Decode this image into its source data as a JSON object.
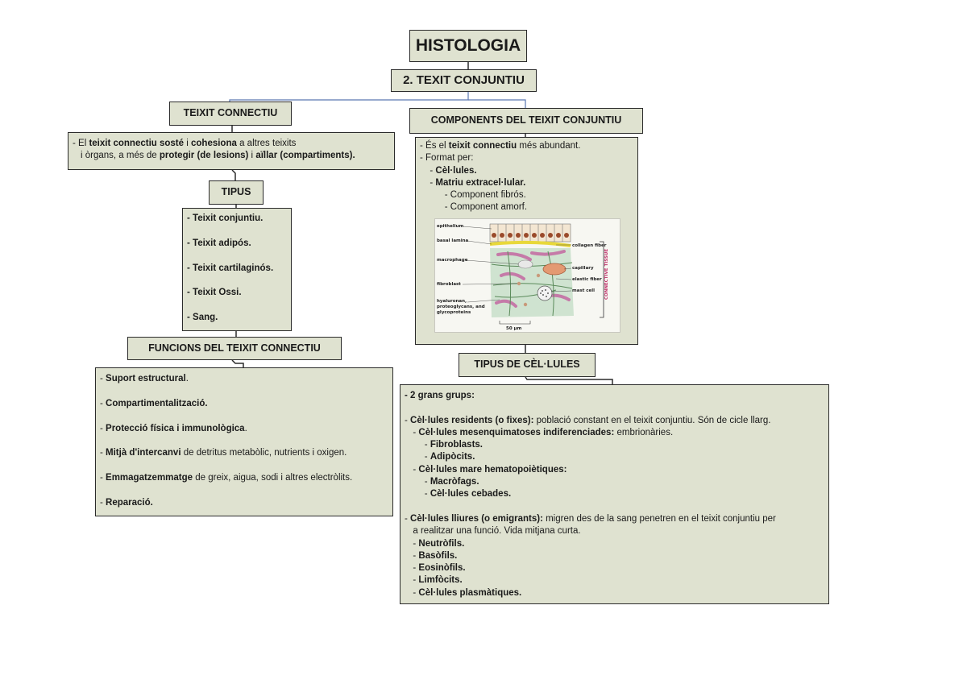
{
  "title": "HISTOLOGIA",
  "subtitle": "2. TEXIT CONJUNTIU",
  "teixit_connectiu": {
    "header": "TEIXIT CONNECTIU",
    "desc_line1": [
      {
        "t": "- El ",
        "b": false
      },
      {
        "t": "teixit connectiu sosté",
        "b": true
      },
      {
        "t": " i ",
        "b": false
      },
      {
        "t": "cohesiona",
        "b": true
      },
      {
        "t": " a altres teixits",
        "b": false
      }
    ],
    "desc_line2": [
      {
        "t": "i òrgans, a més de ",
        "b": false
      },
      {
        "t": "protegir (de lesions)",
        "b": true
      },
      {
        "t": " i ",
        "b": false
      },
      {
        "t": "aïllar (compartiments).",
        "b": true
      }
    ]
  },
  "tipus": {
    "header": "TIPUS",
    "items": [
      "- Teixit conjuntiu.",
      "- Teixit adipós.",
      "- Teixit cartilaginós.",
      "- Teixit Ossi.",
      "- Sang."
    ]
  },
  "funcions": {
    "header": "FUNCIONS DEL TEIXIT CONNECTIU",
    "lines": [
      [
        {
          "t": "- ",
          "b": false
        },
        {
          "t": "Suport estructural",
          "b": true
        },
        {
          "t": ".",
          "b": false
        }
      ],
      [
        {
          "t": "- ",
          "b": false
        },
        {
          "t": "Compartimentalització.",
          "b": true
        }
      ],
      [
        {
          "t": "- ",
          "b": false
        },
        {
          "t": "Protecció física i immunològica",
          "b": true
        },
        {
          "t": ".",
          "b": false
        }
      ],
      [
        {
          "t": "- ",
          "b": false
        },
        {
          "t": "Mitjà d'intercanvi",
          "b": true
        },
        {
          "t": " de detritus metabòlic, nutrients i oxigen.",
          "b": false
        }
      ],
      [
        {
          "t": "- ",
          "b": false
        },
        {
          "t": "Emmagatzemmatge",
          "b": true
        },
        {
          "t": " de greix, aigua, sodi i altres electròlits.",
          "b": false
        }
      ],
      [
        {
          "t": "- ",
          "b": false
        },
        {
          "t": "Reparació.",
          "b": true
        }
      ]
    ]
  },
  "components": {
    "header": "COMPONENTS DEL TEIXIT CONJUNTIU",
    "lines": [
      [
        {
          "t": "- És el ",
          "b": false
        },
        {
          "t": "teixit connectiu",
          "b": true
        },
        {
          "t": " més abundant.",
          "b": false
        }
      ],
      [
        {
          "t": "-  Format per:",
          "b": false
        }
      ],
      [
        {
          "t": "  - ",
          "b": false
        },
        {
          "t": "Cèl·lules.",
          "b": true
        }
      ],
      [
        {
          "t": "  - ",
          "b": false
        },
        {
          "t": "Matriu extracel·lular.",
          "b": true
        }
      ],
      [
        {
          "t": "    - Component fibrós.",
          "b": false
        }
      ],
      [
        {
          "t": "    - Component amorf.",
          "b": false
        }
      ]
    ],
    "figure_labels": {
      "epithelium": "epithelium",
      "basal_lamina": "basal lamina",
      "macrophage": "macrophage",
      "fibroblast": "fibroblast",
      "hyaluronan1": "hyaluronan,",
      "hyaluronan2": "proteoglycans, and",
      "hyaluronan3": "glycoproteins",
      "scale": "50 µm",
      "collagen": "collagen fiber",
      "capillary": "capillary",
      "elastic": "elastic fiber",
      "mast": "mast cell",
      "tissue": "CONNECTIVE TISSUE"
    }
  },
  "cellules": {
    "header": "TIPUS DE CÈL·LULES",
    "lines": [
      [
        {
          "t": "- 2 grans grups:",
          "b": true
        }
      ],
      [],
      [
        {
          "t": "- ",
          "b": false
        },
        {
          "t": "Cèl·lules residents (o fixes):",
          "b": true
        },
        {
          "t": " població constant en el teixit conjuntiu. Són de cicle llarg.",
          "b": false
        }
      ],
      [
        {
          "t": "  - ",
          "b": false
        },
        {
          "t": "Cèl·lules mesenquimatoses indiferenciades:",
          "b": true
        },
        {
          "t": " embrionàries.",
          "b": false
        }
      ],
      [
        {
          "t": "    - ",
          "b": false
        },
        {
          "t": "Fibroblasts.",
          "b": true
        }
      ],
      [
        {
          "t": "    - ",
          "b": false
        },
        {
          "t": "Adipòcits.",
          "b": true
        }
      ],
      [
        {
          "t": "  - ",
          "b": false
        },
        {
          "t": "Cèl·lules mare hematopoiètiques:",
          "b": true
        }
      ],
      [
        {
          "t": "    - ",
          "b": false
        },
        {
          "t": "Macròfags.",
          "b": true
        }
      ],
      [
        {
          "t": "    - ",
          "b": false
        },
        {
          "t": "Cèl·lules cebades.",
          "b": true
        }
      ],
      [],
      [
        {
          "t": "- ",
          "b": false
        },
        {
          "t": "Cèl·lules lliures (o emigrants):",
          "b": true
        },
        {
          "t": " migren des de la sang penetren en el teixit conjuntiu per",
          "b": false
        }
      ],
      [
        {
          "t": "  a realitzar una funció. Vida mitjana curta.",
          "b": false
        }
      ],
      [
        {
          "t": "  - ",
          "b": false
        },
        {
          "t": "Neutròfils.",
          "b": true
        }
      ],
      [
        {
          "t": "  - ",
          "b": false
        },
        {
          "t": "Basòfils.",
          "b": true
        }
      ],
      [
        {
          "t": "  - ",
          "b": false
        },
        {
          "t": "Eosinòfils.",
          "b": true
        }
      ],
      [
        {
          "t": "  - ",
          "b": false
        },
        {
          "t": "Limfòcits.",
          "b": true
        }
      ],
      [
        {
          "t": "  - ",
          "b": false
        },
        {
          "t": "Cèl·lules plasmàtiques.",
          "b": true
        }
      ]
    ]
  }
}
